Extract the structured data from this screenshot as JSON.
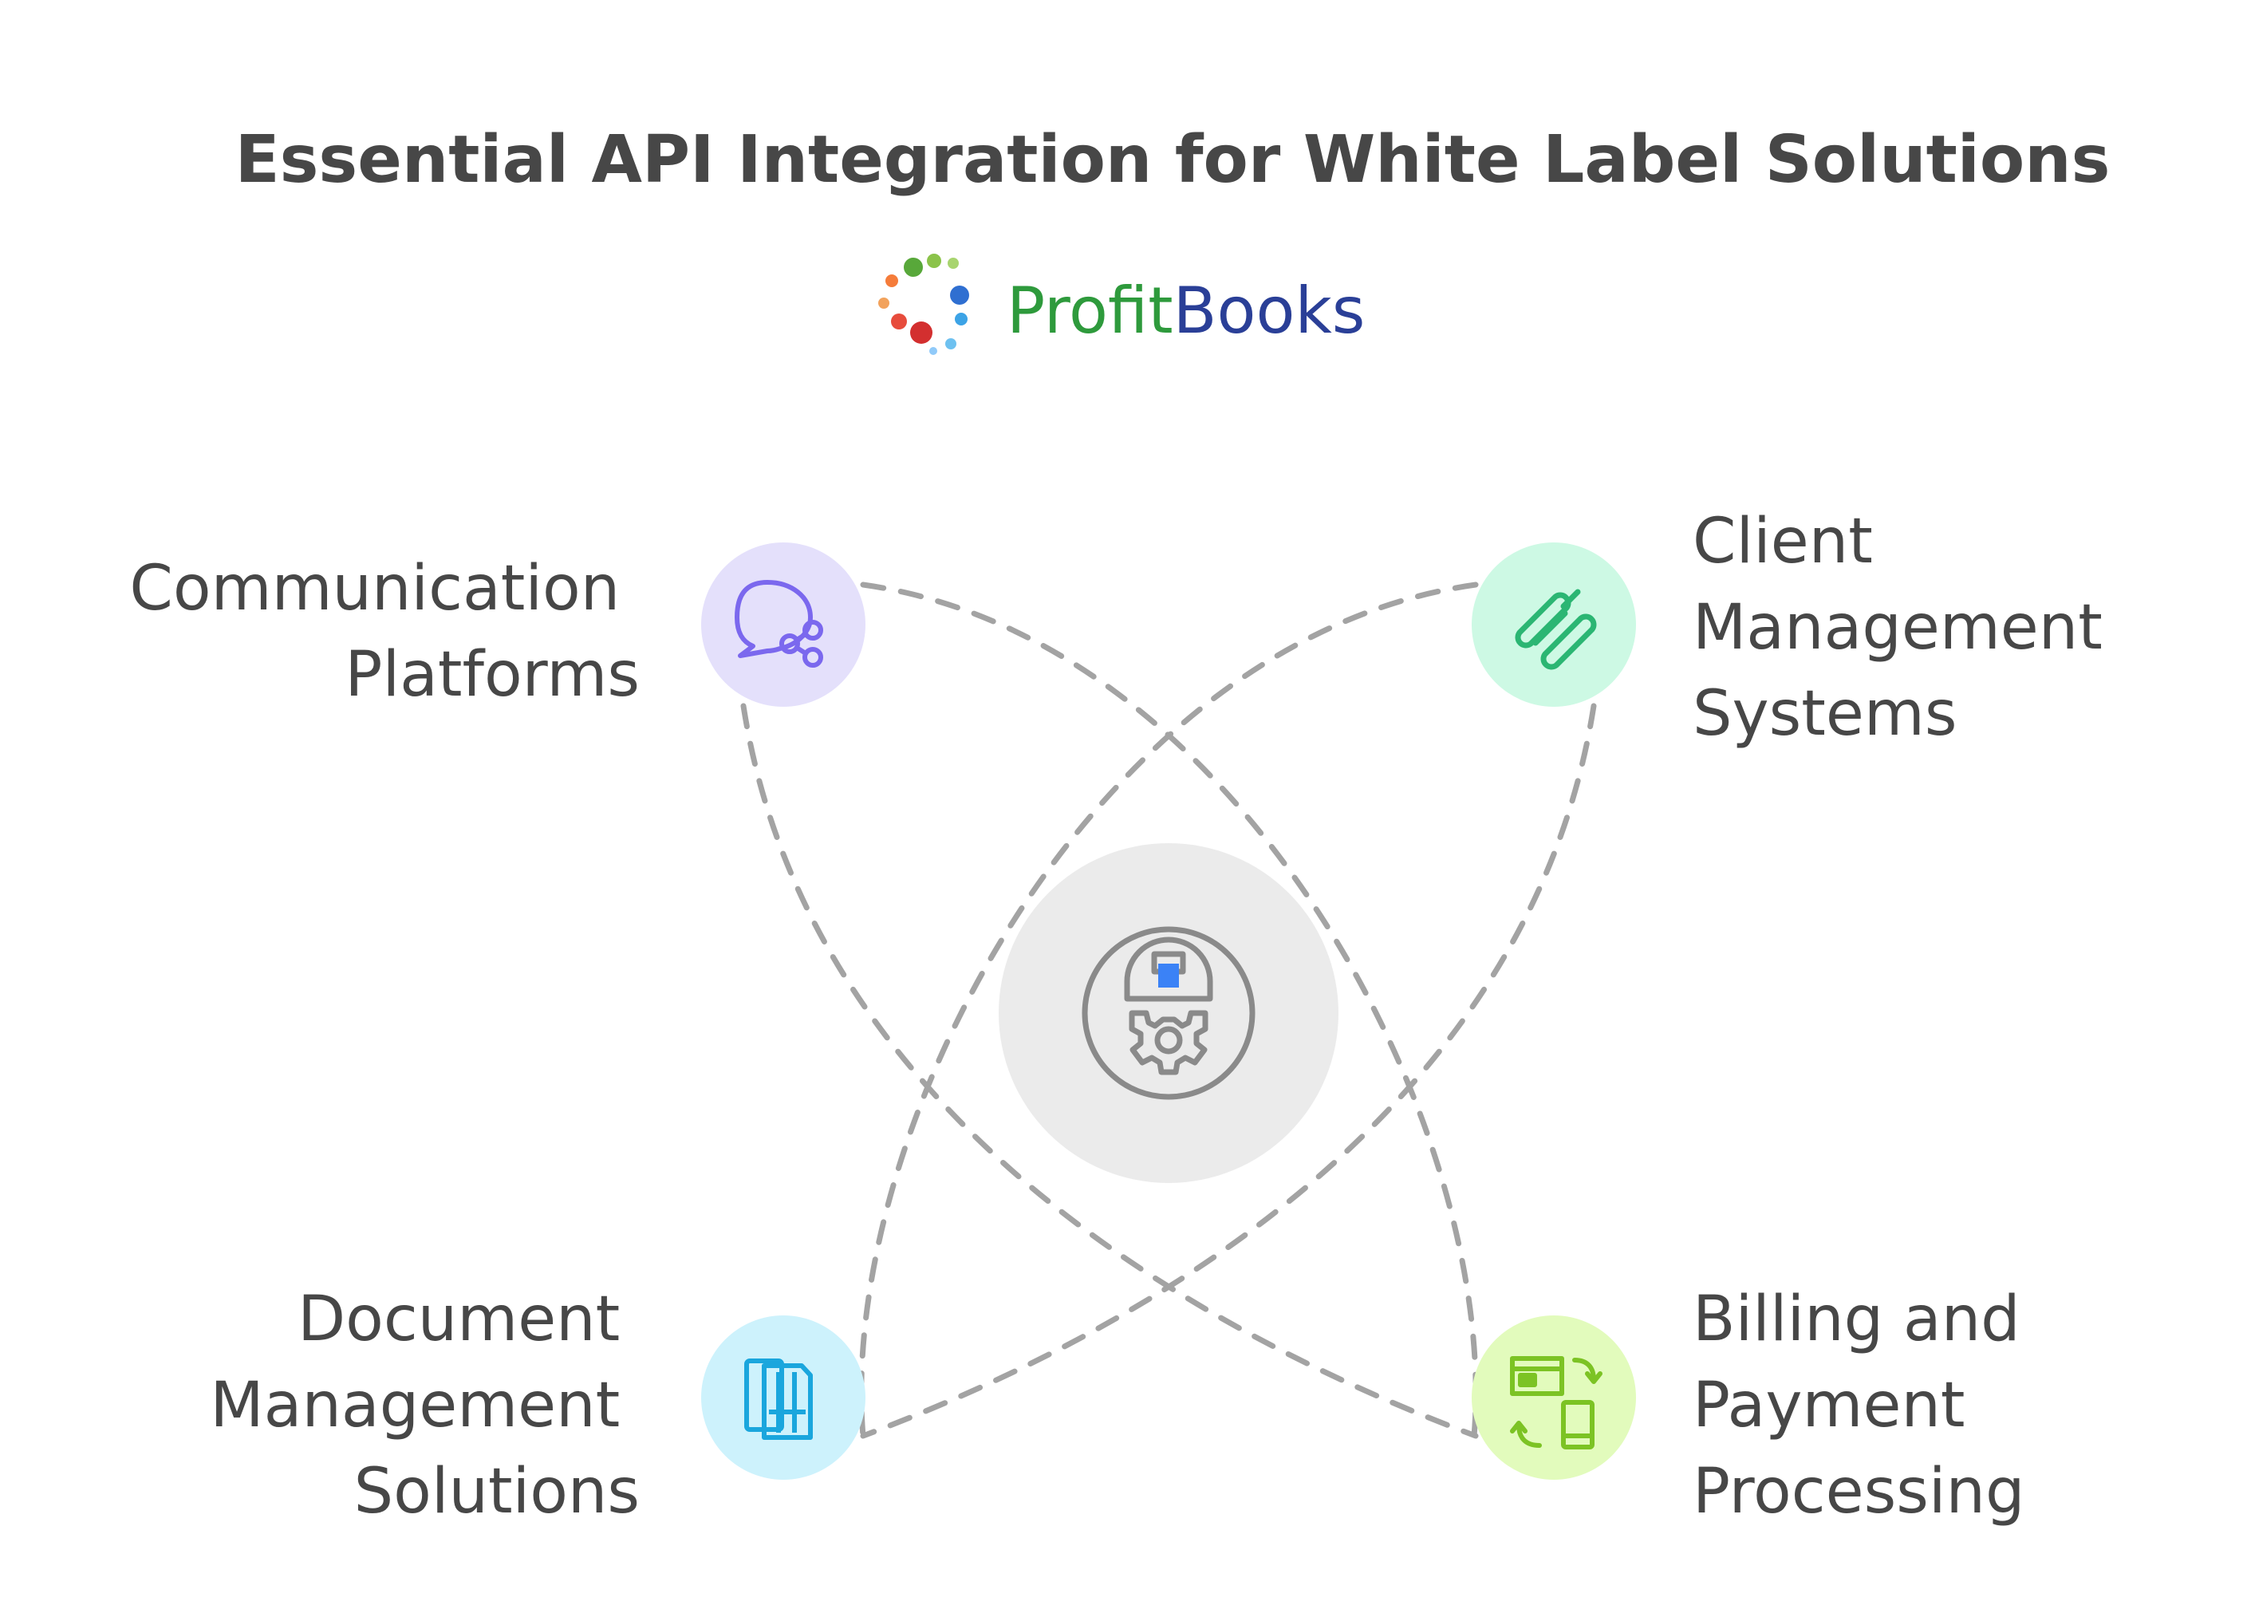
{
  "title": "Essential API Integration for White Label Solutions",
  "logo": {
    "profit": "Profit",
    "books": "Books",
    "profit_color": "#2e9a3c",
    "books_color": "#2a3f97"
  },
  "center": {
    "icon": "engineer-helmet-gear-icon",
    "circle_color": "#ebebeb",
    "accent": "#3b82f6"
  },
  "nodes": [
    {
      "id": "communication",
      "lines": [
        "Communication",
        "Platforms"
      ],
      "icon": "chat-share-icon",
      "circle_color": "#e4e0fb",
      "icon_color": "#7b68ee"
    },
    {
      "id": "client",
      "lines": [
        "Client",
        "Management",
        "Systems"
      ],
      "icon": "linked-bars-icon",
      "circle_color": "#cdf9e4",
      "icon_color": "#2bb673"
    },
    {
      "id": "document",
      "lines": [
        "Document",
        "Management",
        "Solutions"
      ],
      "icon": "documents-icon",
      "circle_color": "#cdf2fc",
      "icon_color": "#1aa6dd"
    },
    {
      "id": "billing",
      "lines": [
        "Billing and",
        "Payment",
        "Processing"
      ],
      "icon": "payment-transfer-icon",
      "circle_color": "#e2fbbc",
      "icon_color": "#7cc324"
    }
  ]
}
